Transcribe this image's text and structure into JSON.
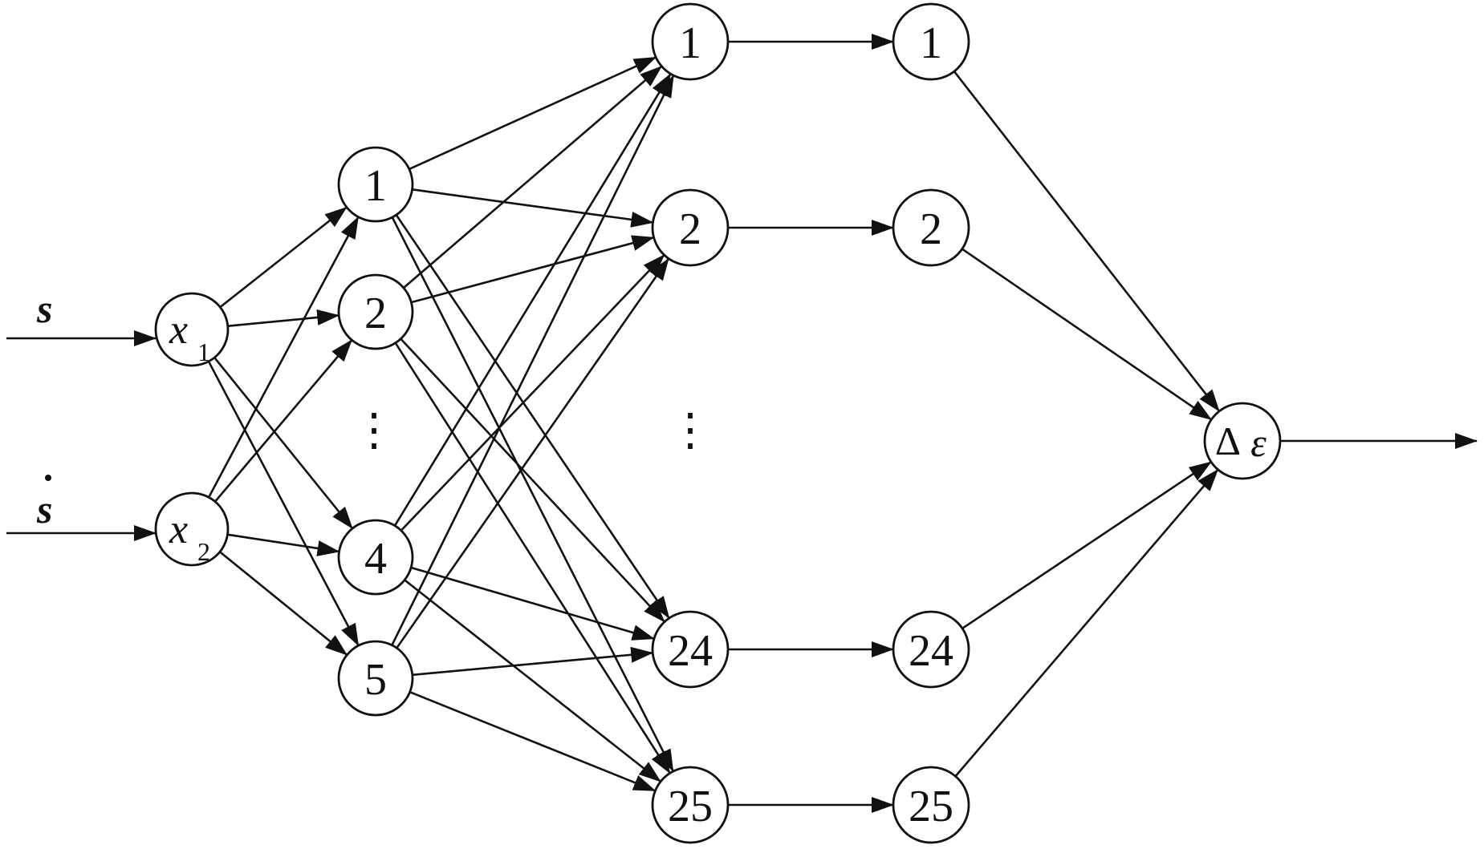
{
  "inputs": [
    {
      "label": "s",
      "dotted": false
    },
    {
      "label": "s",
      "dotted": true
    }
  ],
  "layer1": [
    {
      "name": "x",
      "sub": "1"
    },
    {
      "name": "x",
      "sub": "2"
    }
  ],
  "layer2": [
    "1",
    "2",
    "4",
    "5"
  ],
  "layer3": [
    "1",
    "2",
    "24",
    "25"
  ],
  "layer4": [
    "1",
    "2",
    "24",
    "25"
  ],
  "output": {
    "symbol": "Δ",
    "var": "ε"
  },
  "ellipsis": "⋮"
}
